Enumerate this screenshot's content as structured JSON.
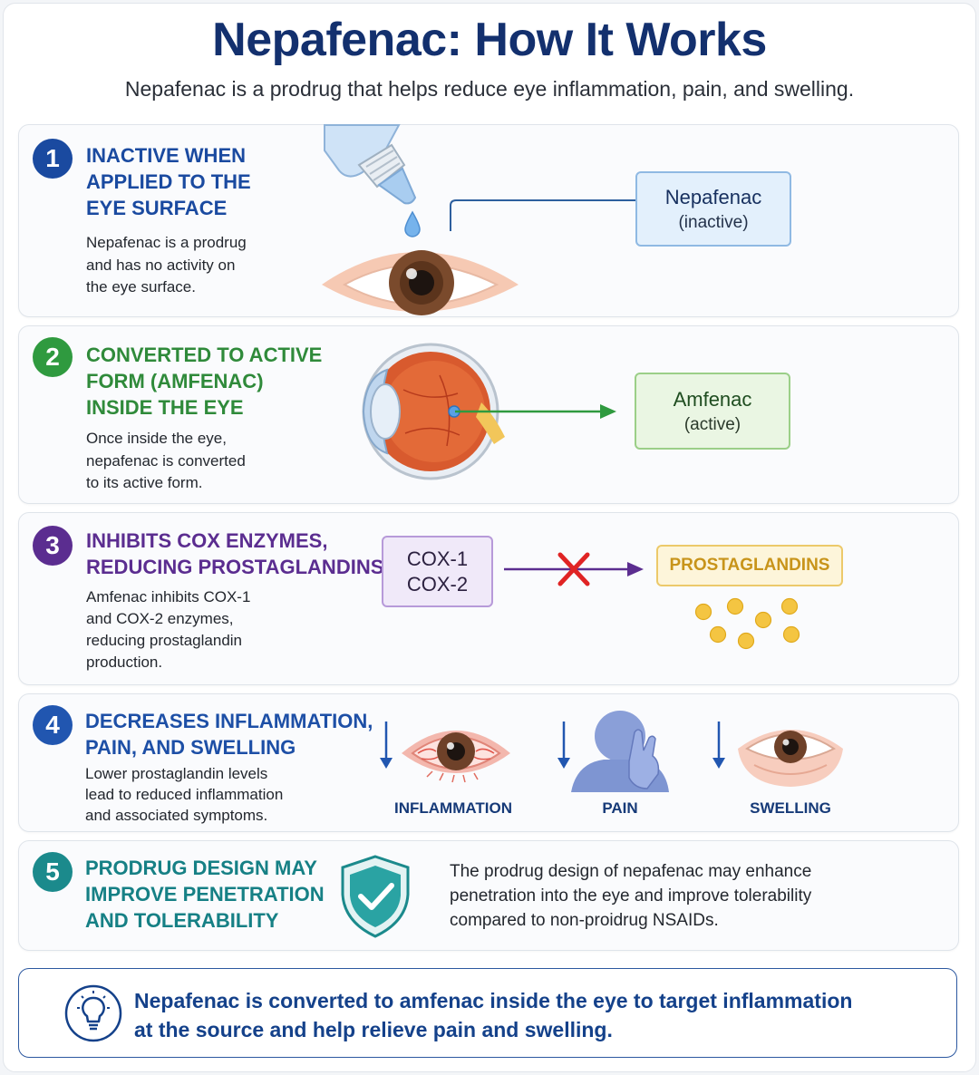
{
  "header": {
    "title": "Nepafenac: How It Works",
    "subtitle": "Nepafenac is a prodrug that helps reduce eye inflammation, pain, and swelling."
  },
  "colors": {
    "step1": "#1a4aa0",
    "step2": "#2f9a3f",
    "step3": "#5b2d90",
    "step4": "#2156b0",
    "step5": "#1b8a8c",
    "prostaglandin": "#d6a21c",
    "navy": "#13306e"
  },
  "steps": [
    {
      "number": "1",
      "heading": [
        "INACTIVE WHEN",
        "APPLIED TO THE",
        "EYE SURFACE"
      ],
      "description": [
        "Nepafenac is a prodrug",
        "and has no activity on",
        "the eye surface."
      ],
      "box": {
        "line1": "Nepafenac",
        "line2": "(inactive)"
      },
      "icons": [
        "eye-drop-bottle-icon",
        "drop-icon",
        "eye-icon"
      ]
    },
    {
      "number": "2",
      "heading": [
        "CONVERTED TO ACTIVE",
        "FORM (AMFENAC)",
        "INSIDE THE EYE"
      ],
      "description": [
        "Once inside the eye,",
        "nepafenac is converted",
        "to its active form."
      ],
      "box": {
        "line1": "Amfenac",
        "line2": "(active)"
      },
      "icons": [
        "eyeball-cross-section-icon",
        "arrow-right-icon"
      ]
    },
    {
      "number": "3",
      "heading": [
        "INHIBITS COX ENZYMES,",
        "REDUCING PROSTAGLANDINS"
      ],
      "description": [
        "Amfenac inhibits COX-1",
        "and COX-2 enzymes,",
        "reducing prostaglandin",
        "production."
      ],
      "enzyme_box": {
        "line1": "COX-1",
        "line2": "COX-2"
      },
      "product_box": "PROSTAGLANDINS",
      "icons": [
        "blocked-arrow-icon",
        "prostaglandin-dots-icon"
      ]
    },
    {
      "number": "4",
      "heading": [
        "DECREASES INFLAMMATION,",
        "PAIN, AND SWELLING"
      ],
      "description": [
        "Lower prostaglandin levels",
        "lead to reduced inflammation",
        "and associated symptoms."
      ],
      "symptoms": [
        {
          "label": "INFLAMMATION",
          "icon": "red-eye-icon"
        },
        {
          "label": "PAIN",
          "icon": "person-in-pain-icon"
        },
        {
          "label": "SWELLING",
          "icon": "swollen-eye-icon"
        }
      ]
    },
    {
      "number": "5",
      "heading": [
        "PRODRUG DESIGN MAY",
        "IMPROVE PENETRATION",
        "AND TOLERABILITY"
      ],
      "description": [
        "The prodrug design of nepafenac may enhance",
        "penetration into the eye and improve tolerability",
        "compared to non-proidrug NSAIDs."
      ],
      "icons": [
        "shield-check-icon"
      ]
    }
  ],
  "summary": {
    "icon": "lightbulb-icon",
    "line1": "Nepafenac is converted to amfenac inside the eye to target inflammation",
    "line2": "at the source and help relieve pain and swelling."
  }
}
